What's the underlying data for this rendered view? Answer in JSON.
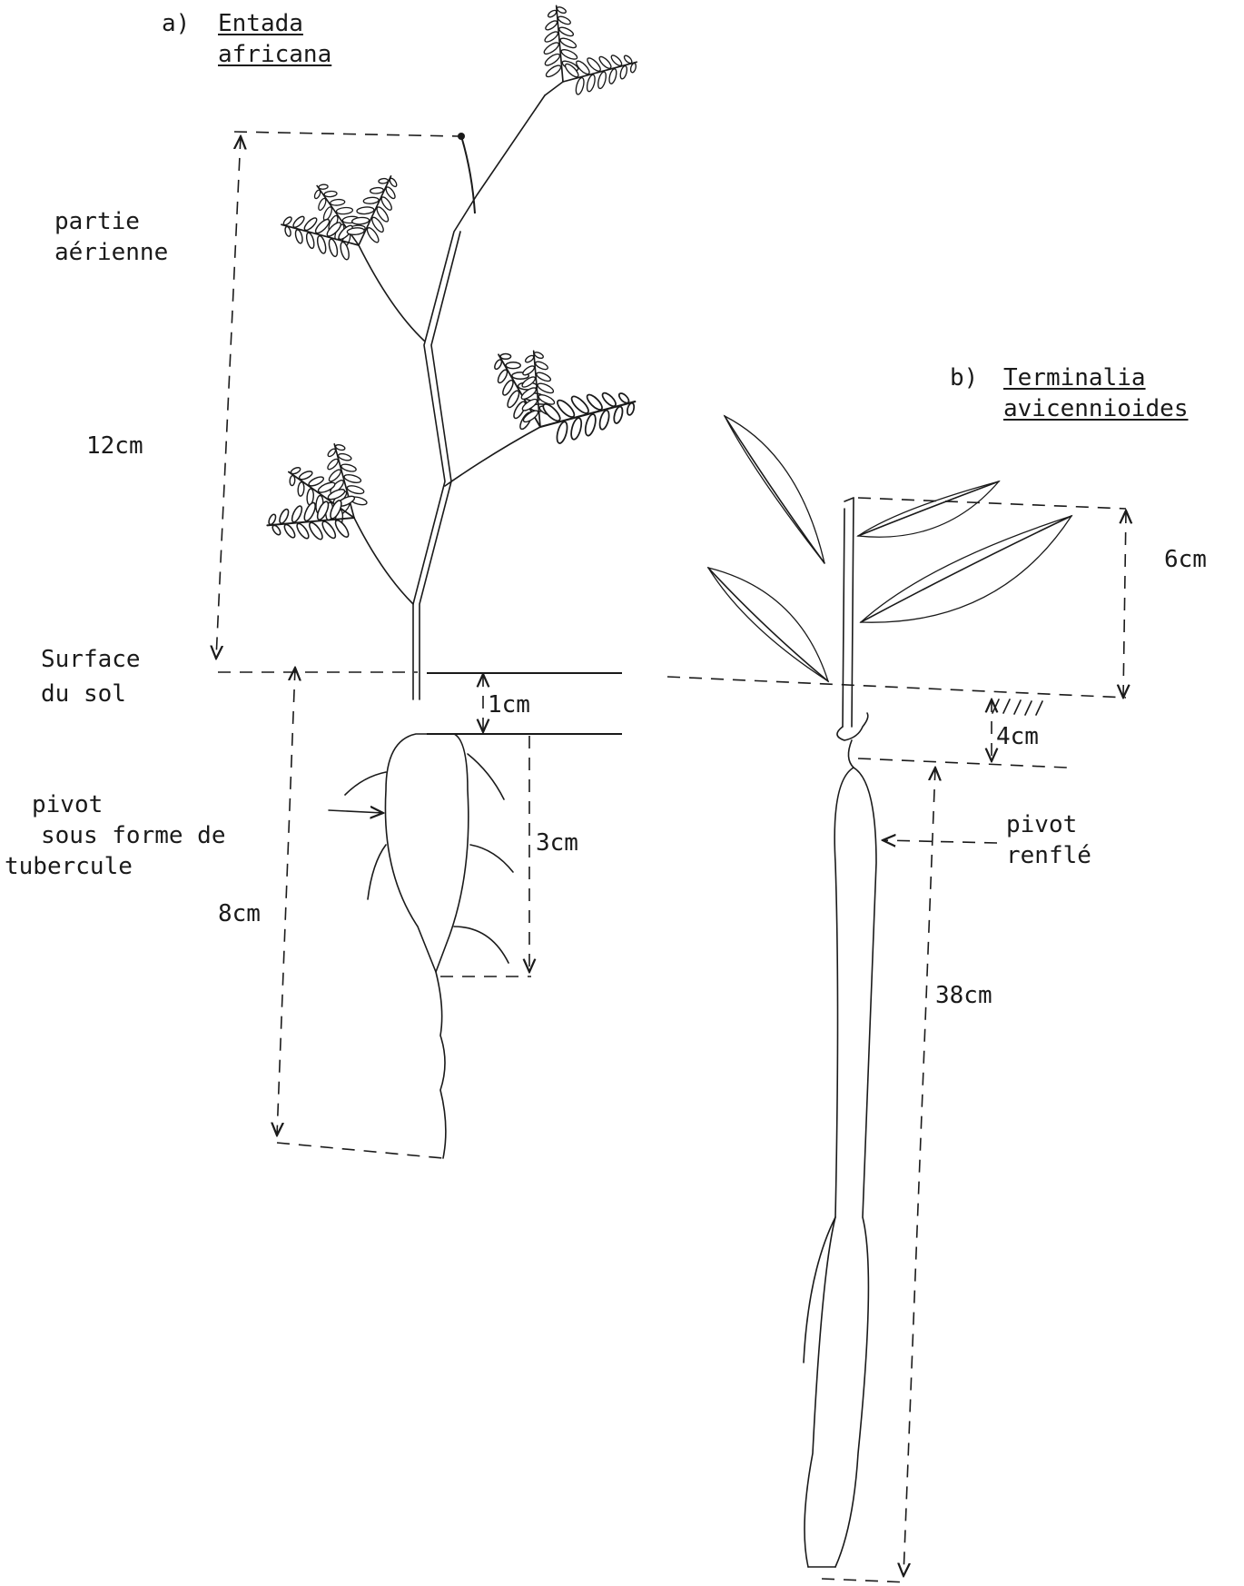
{
  "panel_a": {
    "marker": "a)",
    "title_line1": "Entada",
    "title_line2": "africana",
    "label_aerial_1": "partie",
    "label_aerial_2": "aérienne",
    "height_aerial": "12cm",
    "label_soil_1": "Surface",
    "label_soil_2": "du sol",
    "depth_collar": "1cm",
    "label_pivot_1": "pivot",
    "label_pivot_2": "sous forme de",
    "label_pivot_3": "tubercule",
    "tuber_length": "3cm",
    "root_length": "8cm"
  },
  "panel_b": {
    "marker": "b)",
    "title_line1": "Terminalia",
    "title_line2": "avicennioides",
    "height_aerial": "6cm",
    "depth_collar": "4cm",
    "label_pivot_1": "pivot",
    "label_pivot_2": "renflé",
    "root_length": "38cm"
  }
}
